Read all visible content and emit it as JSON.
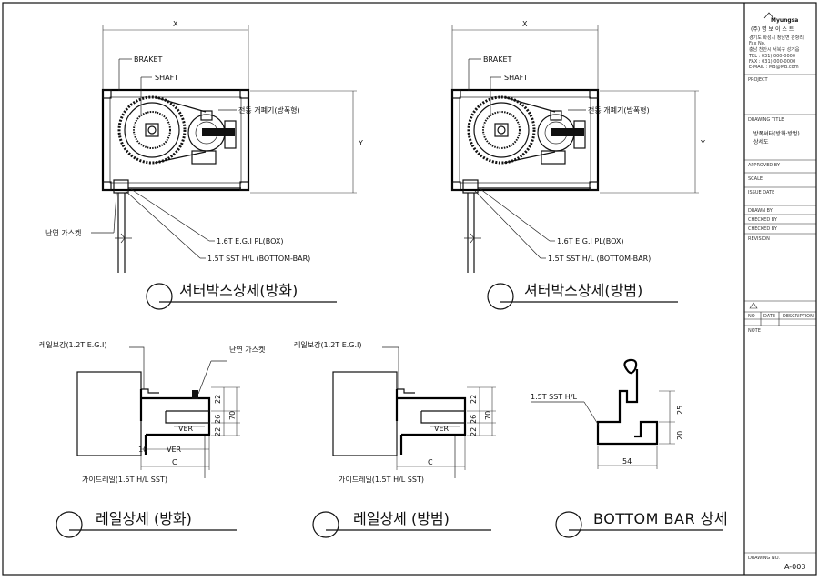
{
  "drawing": {
    "box_fire": {
      "dim_x": "X",
      "dim_y": "Y",
      "braket": "BRAKET",
      "shaft": "SHAFT",
      "motor": "전동 개폐기(방폭형)",
      "gasket": "난연 가스켓",
      "pl_box": "1.6T E.G.I PL(BOX)",
      "bottom_bar": "1.5T SST H/L (BOTTOM-BAR)",
      "title": "셔터박스상세(방화)"
    },
    "box_crime": {
      "dim_x": "X",
      "dim_y": "Y",
      "braket": "BRAKET",
      "shaft": "SHAFT",
      "motor": "전동 개폐기(방폭형)",
      "pl_box": "1.6T E.G.I PL(BOX)",
      "bottom_bar": "1.5T SST H/L (BOTTOM-BAR)",
      "title": "셔터박스상세(방범)"
    },
    "rail_fire": {
      "reinforce": "레일보강(1.2T E.G.I)",
      "gasket": "난연 가스켓",
      "dim_22a": "22",
      "dim_26": "26",
      "dim_22b": "22",
      "dim_70": "70",
      "ver1": "VER",
      "dim_10": "10",
      "ver2": "VER",
      "dim_c": "C",
      "guide_rail": "가이드레일(1.5T H/L SST)",
      "title": "레일상세 (방화)"
    },
    "rail_crime": {
      "reinforce": "레일보강(1.2T E.G.I)",
      "dim_22a": "22",
      "dim_26": "26",
      "dim_22b": "22",
      "dim_70": "70",
      "ver1": "VER",
      "dim_c": "C",
      "guide_rail": "가이드레일(1.5T H/L SST)",
      "title": "레일상세 (방범)"
    },
    "bottom_bar": {
      "material": "1.5T SST H/L",
      "dim_25": "25",
      "dim_20": "20",
      "dim_54": "54",
      "title": "BOTTOM BAR 상세"
    }
  },
  "title_block": {
    "logo": "Myungsa",
    "company": "(주) 명 보 이 스 트",
    "address_lines": [
      "경기도 화성시 정남면 관항리",
      "Fax No.",
      "충남 천안시 서북구 성거읍",
      "TEL : 031) 000-0000",
      "FAX : 031) 000-0000",
      "E-MAIL : MB@MB.com"
    ],
    "project_label": "PROJECT",
    "drawing_title_label": "DRAWING TITLE",
    "drawing_title_1": "방폭셔터(방화·방범)",
    "drawing_title_2": "상세도",
    "approved_label": "APPROVED BY",
    "scale_label": "SCALE",
    "date_label": "ISSUE DATE",
    "drawn_label": "DRAWN BY",
    "checked_label": "CHECKED BY",
    "revision_label": "REVISION",
    "rev_cols": [
      "NO",
      "DATE",
      "DESCRIPTION"
    ],
    "note_label": "NOTE",
    "drawing_no_label": "DRAWING NO.",
    "drawing_no": "A-003"
  }
}
